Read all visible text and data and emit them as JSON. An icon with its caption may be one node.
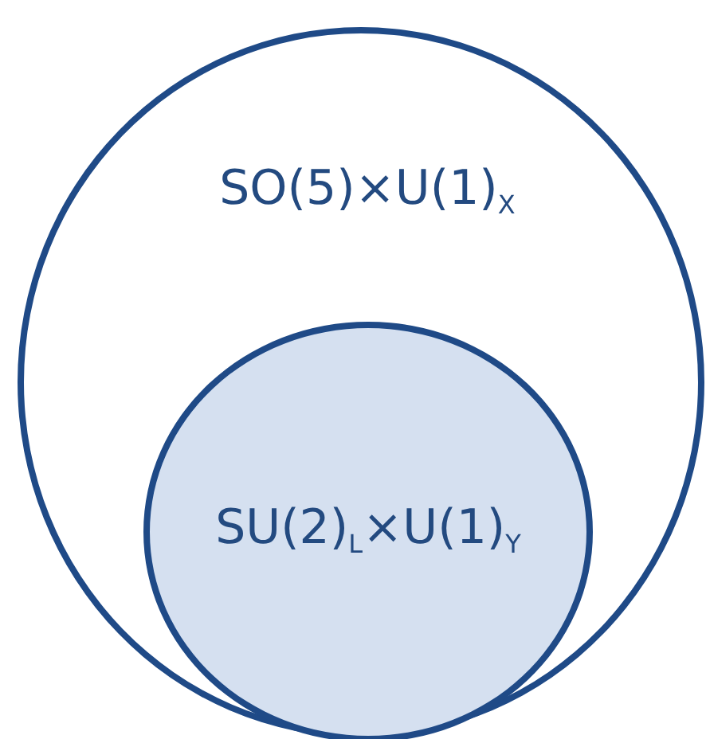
{
  "diagram": {
    "nodes": [
      {
        "text": [
          "SO(5)×U(1)$_{X}$"
        ]
      },
      {
        "text": [
          "SU(2)$_{L}$×U(1)$_{Y}$"
        ],
        "in": 0
      }
    ]
  }
}
